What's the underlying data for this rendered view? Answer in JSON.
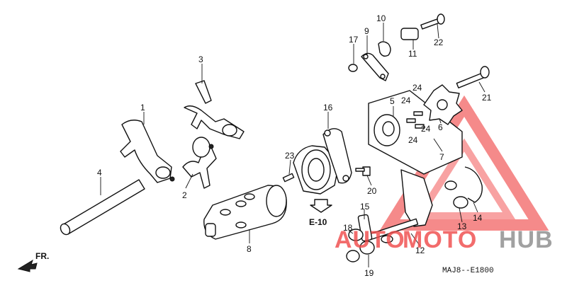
{
  "diagram_code": "MAJ8--E1800",
  "ref_label": "E-10",
  "direction_label": "FR.",
  "watermark": {
    "text_auto": "AUTO",
    "text_moto": "MOTO",
    "text_hub": "HUB",
    "color_red": "#f04848",
    "color_gray": "#8a8a8a"
  },
  "callouts": [
    "1",
    "2",
    "3",
    "4",
    "5",
    "6",
    "7",
    "8",
    "9",
    "10",
    "11",
    "12",
    "13",
    "14",
    "15",
    "16",
    "17",
    "18",
    "19",
    "20",
    "21",
    "22",
    "23",
    "24",
    "24",
    "24",
    "24"
  ]
}
